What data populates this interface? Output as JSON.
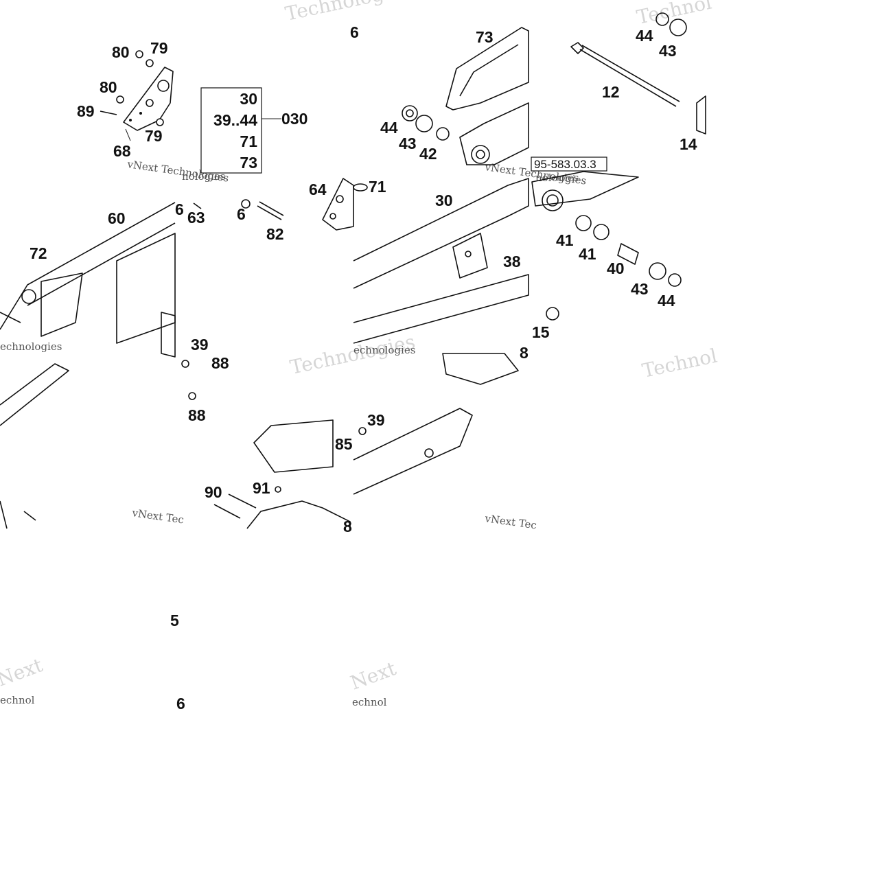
{
  "watermarks": {
    "technologies": "Technologies",
    "vnext": "vNext Technologies",
    "vnext_short": "vNext Tec",
    "technol": "Technol",
    "next": "Next",
    "echnol": "echnol",
    "echnologies": "echnologies",
    "nologies": "nologies"
  },
  "legend_box": {
    "rows": [
      "30",
      "39..44",
      "71",
      "73"
    ],
    "group_code": "030"
  },
  "reference_code": "95-583.03.3",
  "callouts": {
    "c80a": "80",
    "c79a": "79",
    "c80b": "80",
    "c89": "89",
    "c68": "68",
    "c79b": "79",
    "c73": "73",
    "c44a": "44",
    "c43a": "43",
    "c42": "42",
    "c44b": "44",
    "c43b": "43",
    "c12": "12",
    "c14": "14",
    "c60": "60",
    "c72": "72",
    "c6a": "6",
    "c63": "63",
    "c6b": "6",
    "c82": "82",
    "c64": "64",
    "c71": "71",
    "c30": "30",
    "c38": "38",
    "c41a": "41",
    "c41b": "41",
    "c40": "40",
    "c43c": "43",
    "c44c": "44",
    "c15": "15",
    "c39a": "39",
    "c88a": "88",
    "c88b": "88",
    "c85": "85",
    "c39b": "39",
    "c90": "90",
    "c91": "91",
    "c8a": "8",
    "c8b": "8",
    "c6c": "6",
    "c5": "5",
    "c6d": "6"
  }
}
